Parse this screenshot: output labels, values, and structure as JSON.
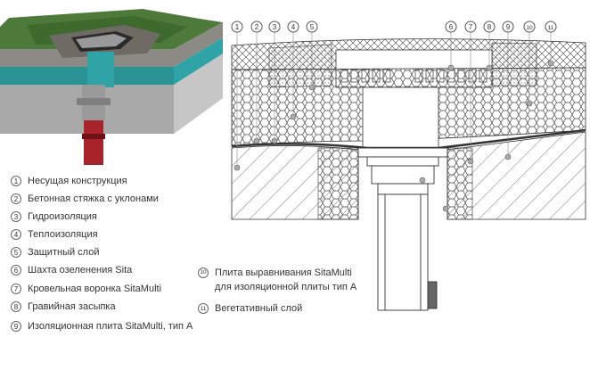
{
  "callouts": [
    "1",
    "2",
    "3",
    "4",
    "5",
    "6",
    "7",
    "8",
    "9",
    "10",
    "11"
  ],
  "legend": [
    {
      "num": "1",
      "label": "Несущая конструкция"
    },
    {
      "num": "2",
      "label": "Бетонная стяжка с уклонами"
    },
    {
      "num": "3",
      "label": "Гидроизоляция"
    },
    {
      "num": "4",
      "label": "Теплоизоляция"
    },
    {
      "num": "5",
      "label": "Защитный слой"
    },
    {
      "num": "6",
      "label": "Шахта озеленения Sita"
    },
    {
      "num": "7",
      "label": "Кровельная воронка SitaMulti"
    },
    {
      "num": "8",
      "label": "Гравийная засыпка"
    },
    {
      "num": "9",
      "label": "Изоляционная плита SitaMulti, тип А"
    },
    {
      "num": "10",
      "label_line1": "Плита выравнивания SitaMulti",
      "label_line2": "для изоляционной плиты тип А"
    },
    {
      "num": "11",
      "label": "Вегетативный слой"
    }
  ],
  "colors": {
    "grass": "#4d7a3a",
    "waterproof": "#2fa3a6",
    "concrete": "#b8b8b8",
    "pipe": "#9a9a9a",
    "pipe_red": "#a8232a",
    "line": "#333333",
    "hatch": "#555555"
  }
}
